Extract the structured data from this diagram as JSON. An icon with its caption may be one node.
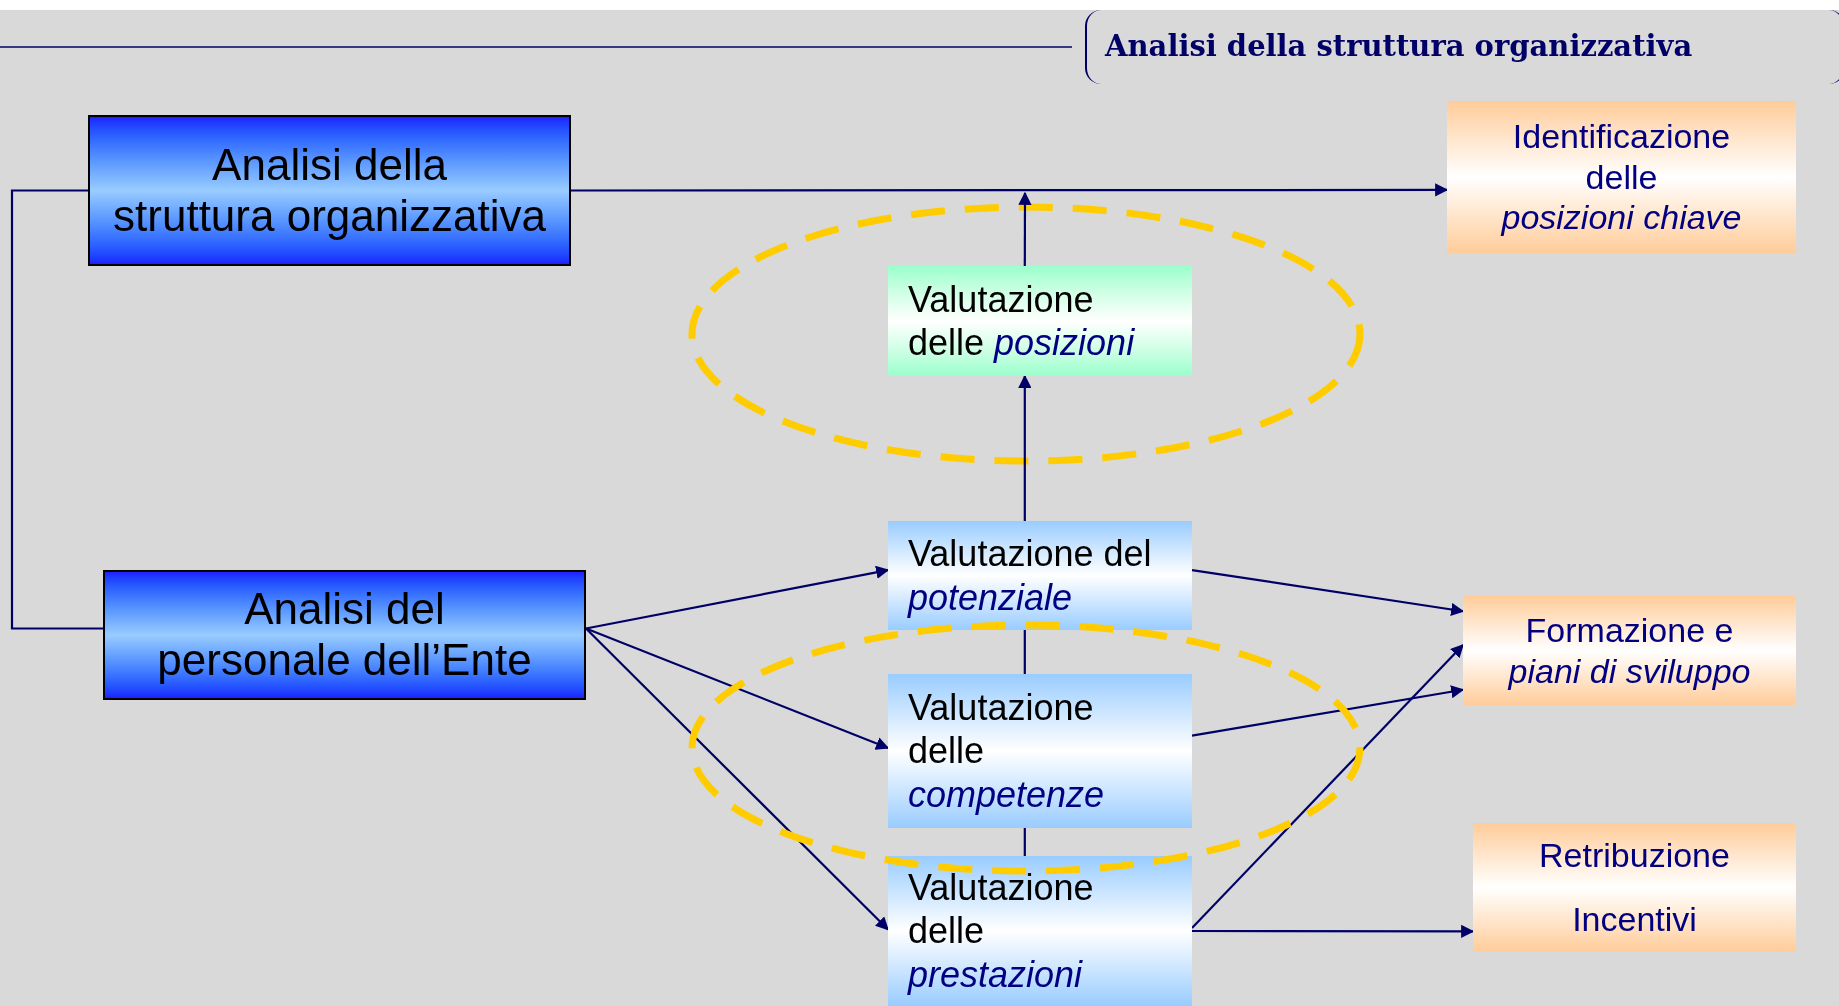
{
  "diagram": {
    "title": "Analisi della struttura organizzativa",
    "nodes": [
      {
        "text": [
          "Analisi della struttura organizzativa"
        ]
      },
      {
        "text": [
          "Identificazione delle *posizioni chiave*"
        ]
      },
      {
        "text": [
          "Valutazione delle *posizioni*"
        ]
      },
      {
        "text": [
          "Analisi del personale dell’Ente"
        ]
      },
      {
        "text": [
          "Valutazione del *potenziale*"
        ]
      },
      {
        "text": [
          "Formazione e *piani di sviluppo*"
        ]
      },
      {
        "text": [
          "Valutazione delle *competenze*"
        ]
      },
      {
        "text": [
          "Retribuzione",
          "Incentivi"
        ]
      },
      {
        "text": [
          "Valutazione delle *prestazioni*"
        ]
      }
    ],
    "edges": [
      {
        "from": 0,
        "to": 1,
        "arrow": "to"
      },
      {
        "from": 2,
        "to": null,
        "arrow": "to"
      },
      {
        "from": 4,
        "to": 2,
        "arrow": "to"
      },
      {
        "from": 6,
        "to": 4,
        "arrow": "none"
      },
      {
        "from": 8,
        "to": 6,
        "arrow": "none"
      },
      {
        "from": 0,
        "to": 3,
        "arrow": "none"
      },
      {
        "from": 3,
        "to": 4,
        "arrow": "to"
      },
      {
        "from": 3,
        "to": 6,
        "arrow": "to"
      },
      {
        "from": 3,
        "to": 8,
        "arrow": "to"
      },
      {
        "from": 4,
        "to": 5,
        "arrow": "to"
      },
      {
        "from": 6,
        "to": 5,
        "arrow": "to"
      },
      {
        "from": 8,
        "to": 5,
        "arrow": "to"
      },
      {
        "from": 8,
        "to": 7,
        "arrow": "to"
      }
    ]
  }
}
